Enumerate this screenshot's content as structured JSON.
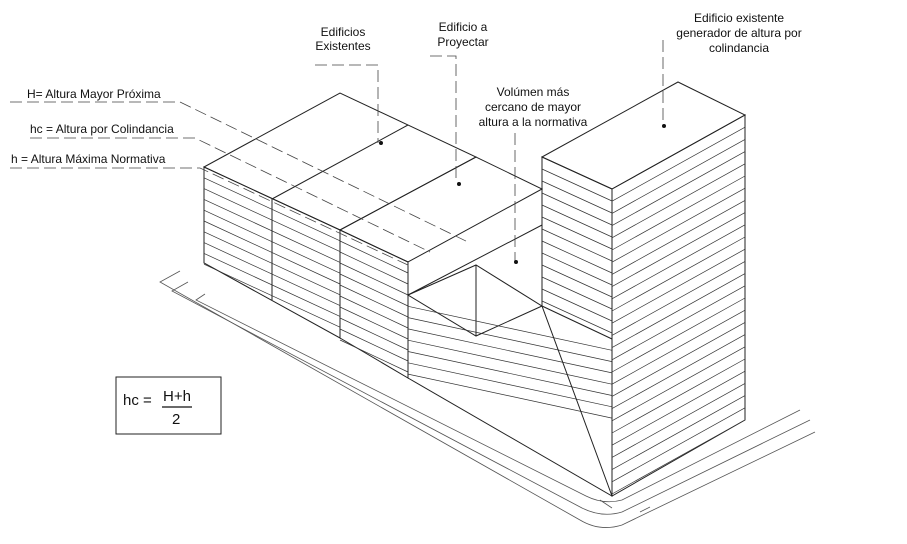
{
  "labels": {
    "existing_buildings": [
      "Edificios",
      "Existentes"
    ],
    "building_to_project": [
      "Edificio a",
      "Proyectar"
    ],
    "existing_building_generator": [
      "Edificio existente",
      "generador de altura por",
      "colindancia"
    ],
    "nearest_volume": [
      "Volúmen más",
      "cercano de mayor",
      "altura a la normativa"
    ]
  },
  "legend": {
    "H": "H= Altura Mayor Próxima",
    "hc": "hc = Altura por Colindancia",
    "h": "h = Altura Máxima Normativa"
  },
  "formula": {
    "lhs": "hc =",
    "numerator": "H+h",
    "denominator": "2"
  },
  "colors": {
    "existing_light": "#d8d8d8",
    "existing_side": "#e2e2e2",
    "project": "#ffffff",
    "dark_front": "#8c8c8c",
    "dark_side": "#8a8a8a",
    "dark_top": "#7a7a7a"
  }
}
